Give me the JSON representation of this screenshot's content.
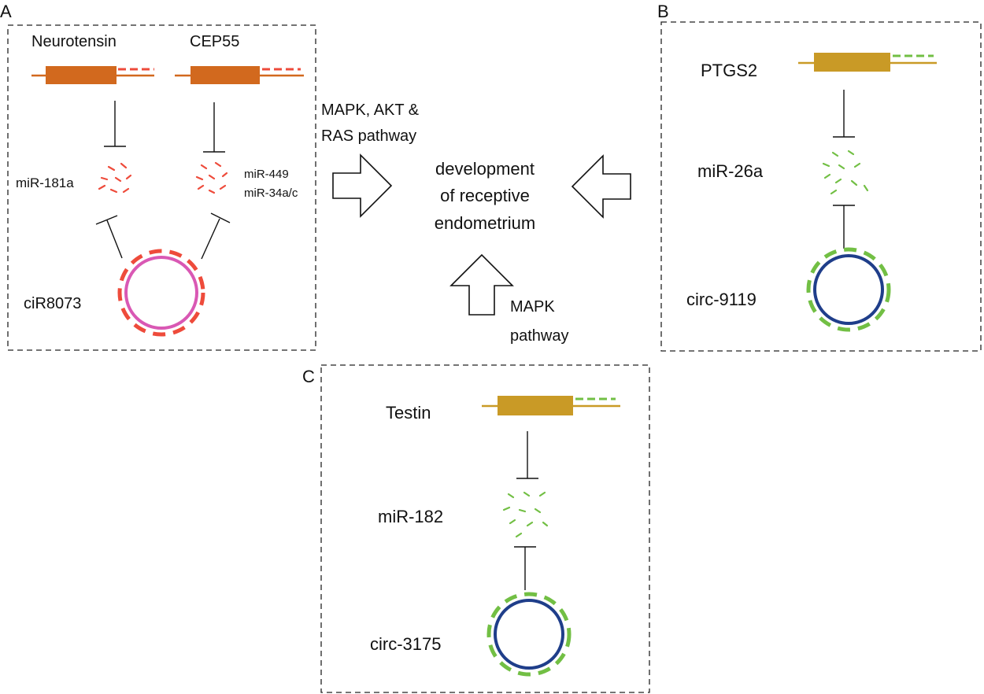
{
  "panels": {
    "A": {
      "letter": "A",
      "genes": [
        "Neurotensin",
        "CEP55"
      ],
      "mirna_left": "miR-181a",
      "mirna_right": [
        "miR-449",
        "miR-34a/c"
      ],
      "circ": "ciR8073"
    },
    "B": {
      "letter": "B",
      "gene": "PTGS2",
      "mirna": "miR-26a",
      "circ": "circ-9119"
    },
    "C": {
      "letter": "C",
      "gene": "Testin",
      "mirna": "miR-182",
      "circ": "circ-3175"
    }
  },
  "center": {
    "pathway_left": [
      "MAPK, AKT &",
      "RAS pathway"
    ],
    "outcome": [
      "development",
      "of receptive",
      "endometrium"
    ],
    "pathway_bottom": [
      "MAPK",
      "pathway"
    ]
  },
  "colors": {
    "orange_gene": "#d2691e",
    "red_mirna": "#ee4b3b",
    "pink_circ": "#d958b4",
    "gold_gene": "#c99a26",
    "green_mirna": "#72bf44",
    "navy_circ": "#1f3e8a"
  }
}
